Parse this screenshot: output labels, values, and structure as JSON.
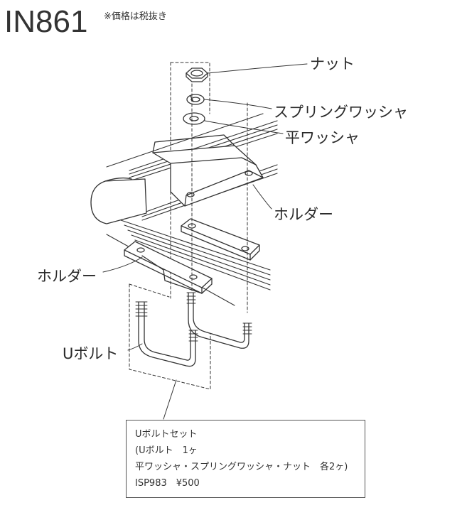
{
  "header": {
    "model": "IN861",
    "note": "※価格は税抜き"
  },
  "callouts": {
    "nut": "ナット",
    "spring_washer": "スプリングワッシャ",
    "flat_washer": "平ワッシャ",
    "holder_right": "ホルダー",
    "holder_left": "ホルダー",
    "u_bolt": "Uボルト"
  },
  "info_box": {
    "line1": "Uボルトセット",
    "line2": "(Uボルト　1ヶ",
    "line3": "平ワッシャ・スプリングワッシャ・ナット　各2ヶ)",
    "line4": "ISP983　¥500"
  }
}
